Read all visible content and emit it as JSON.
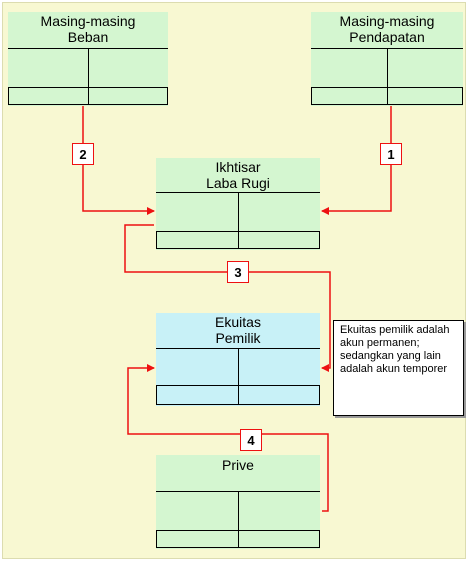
{
  "accounts": {
    "beban": {
      "line1": "Masing-masing",
      "line2": "Beban"
    },
    "pendapatan": {
      "line1": "Masing-masing",
      "line2": "Pendapatan"
    },
    "ikhtisar": {
      "line1": "Ikhtisar",
      "line2": "Laba Rugi"
    },
    "ekuitas": {
      "line1": "Ekuitas",
      "line2": "Pemilik"
    },
    "prive": {
      "line1": "Prive"
    }
  },
  "steps": {
    "step1": "1",
    "step2": "2",
    "step3": "3",
    "step4": "4"
  },
  "note": {
    "text": "Ekuitas pemilik adalah akun permanen; sedangkan yang lain adalah akun temporer"
  },
  "colors": {
    "panel_background": "#f8f8d2",
    "account_green": "#d4f6d0",
    "account_cyan": "#c8f1f7",
    "arrow_red": "#ee1111"
  }
}
